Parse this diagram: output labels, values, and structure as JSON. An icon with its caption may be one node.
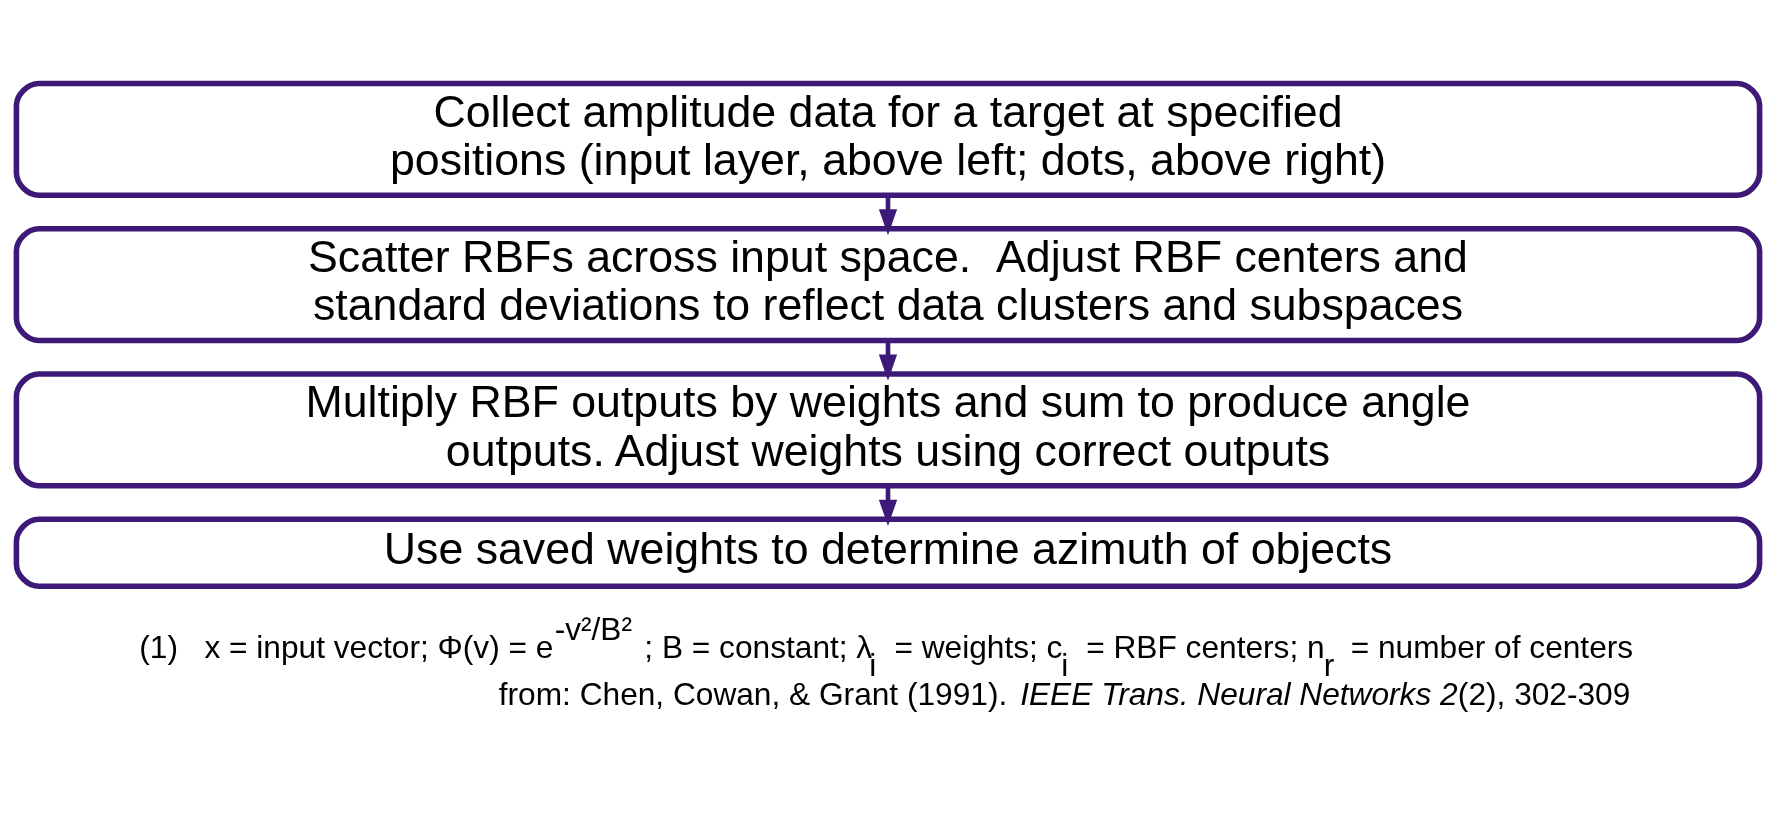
{
  "diagram": {
    "nodes": [
      {
        "text": [
          "Collect amplitude data for a target at specified positions (input layer, above left; dots, above right)"
        ]
      },
      {
        "text": [
          "Scatter RBFs across input space.  Adjust RBF centers and standard deviations to reflect data clusters and subspaces"
        ]
      },
      {
        "text": [
          "Multiply RBF outputs by weights and sum to produce angle outputs. Adjust weights using correct outputs"
        ]
      },
      {
        "text": [
          "Use saved weights to determine azimuth of objects"
        ]
      }
    ],
    "edges": [
      {
        "from": 0,
        "to": 1,
        "arrow": "to"
      },
      {
        "from": 1,
        "to": 2,
        "arrow": "to"
      },
      {
        "from": 2,
        "to": 3,
        "arrow": "to"
      }
    ],
    "labels": [
      "(1)   x = input vector; Φ(v) = e$^{-v²/B²}$ ; B = constant; λ$_{i}$ = weights; c$_{i}$ = RBF centers; n$_{r}$ = number of centers",
      "from: Chen, Cowan, & Grant (1991). *IEEE Trans. Neural Networks 2*(2), 302-309"
    ]
  }
}
